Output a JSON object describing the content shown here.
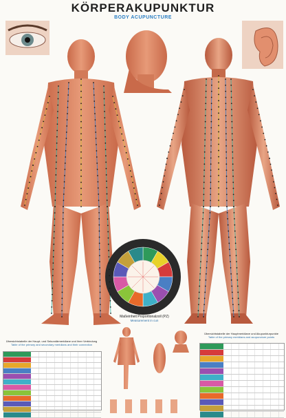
{
  "title": "KÖRPERAKUPUNKTUR",
  "subtitle": "BODY ACUPUNCTURE",
  "proportion": {
    "title": "Maßeinheit Proportionalzoll (PZ)",
    "subtitle": "Measurement in cun"
  },
  "left_table": {
    "title_de": "Übersichtstabelle der Haupt- und Sekundärmeridiane und ihrer Verbindung",
    "title_en": "Table of the primary and secondary meridians and their connection",
    "row_colors": [
      "#2e9a5a",
      "#d63b3b",
      "#e8a72a",
      "#4a7fc4",
      "#9b4fb0",
      "#3fb0c8",
      "#d85aa5",
      "#8ac43a",
      "#e86a2a",
      "#5a5ab8",
      "#c4a03a",
      "#2a8a8a"
    ]
  },
  "right_table": {
    "title_de": "Übersichtstabelle der Hauptmeridiane und Akupunkturpunkte",
    "title_en": "Table of the primary meridians and acupuncture points",
    "row_colors": [
      "#2e9a5a",
      "#d63b3b",
      "#e8a72a",
      "#4a7fc4",
      "#9b4fb0",
      "#3fb0c8",
      "#d85aa5",
      "#8ac43a",
      "#e86a2a",
      "#5a5ab8",
      "#c4a03a",
      "#2a8a8a"
    ]
  },
  "clock": {
    "segment_colors": [
      "#2e9a5a",
      "#e8d22a",
      "#d63b3b",
      "#4a7fc4",
      "#9b4fb0",
      "#3fb0c8",
      "#e86a2a",
      "#8ac43a",
      "#d85aa5",
      "#5a5ab8",
      "#c4a03a",
      "#2a8a8a"
    ]
  }
}
